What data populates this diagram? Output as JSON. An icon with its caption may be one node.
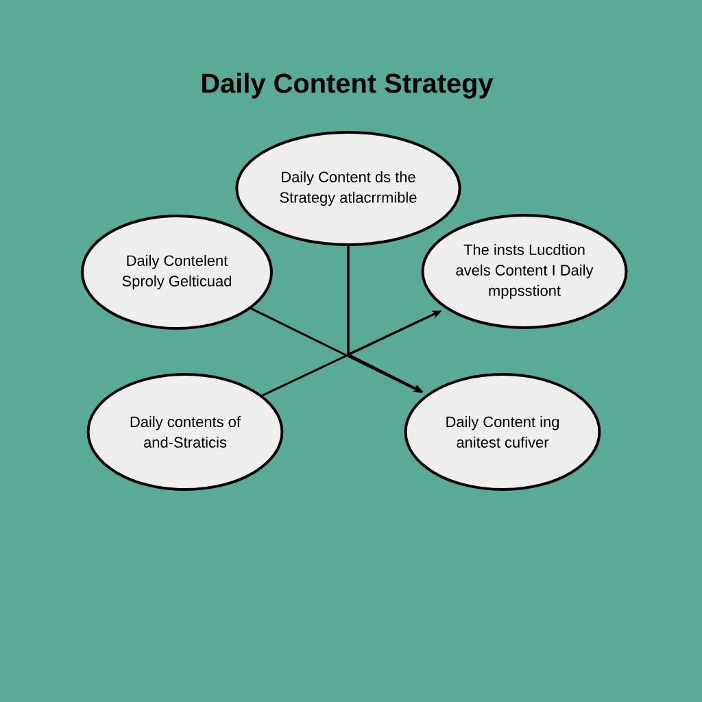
{
  "diagram": {
    "title": "Daily Content Strategy",
    "nodes": [
      {
        "text": [
          "Daily Content ds the Strategy atlacrrmible"
        ]
      },
      {
        "text": [
          "Daily Contelent Sproly Gelticuad"
        ]
      },
      {
        "text": [
          "The insts Lucdtion avels Content I Daily mppsstiont"
        ]
      },
      {
        "text": [
          "Daily contents of and-Straticis"
        ]
      },
      {
        "text": [
          "Daily Content ing anitest cufiver"
        ]
      }
    ],
    "edges": [
      {
        "from": 1,
        "to": 4,
        "arrow": "to"
      },
      {
        "from": 3,
        "to": 2,
        "arrow": "to"
      },
      {
        "from": 0,
        "to": 4,
        "arrow": "to"
      },
      {
        "from": 0,
        "to": 2,
        "arrow": "to"
      }
    ]
  }
}
